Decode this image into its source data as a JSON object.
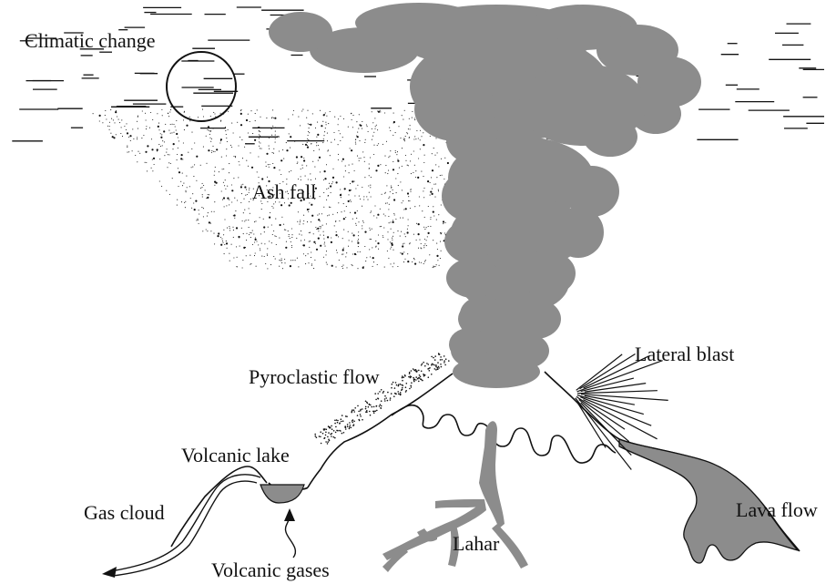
{
  "labels": {
    "climatic_change": "Climatic change",
    "ash_fall": "Ash fall",
    "lateral_blast": "Lateral blast",
    "pyroclastic_flow": "Pyroclastic flow",
    "volcanic_lake": "Volcanic lake",
    "gas_cloud": "Gas cloud",
    "lava_flow": "Lava flow",
    "lahar": "Lahar",
    "volcanic_gases": "Volcanic gases"
  },
  "colors": {
    "plume": "#8c8c8c",
    "ink": "#111111",
    "background": "#ffffff"
  }
}
